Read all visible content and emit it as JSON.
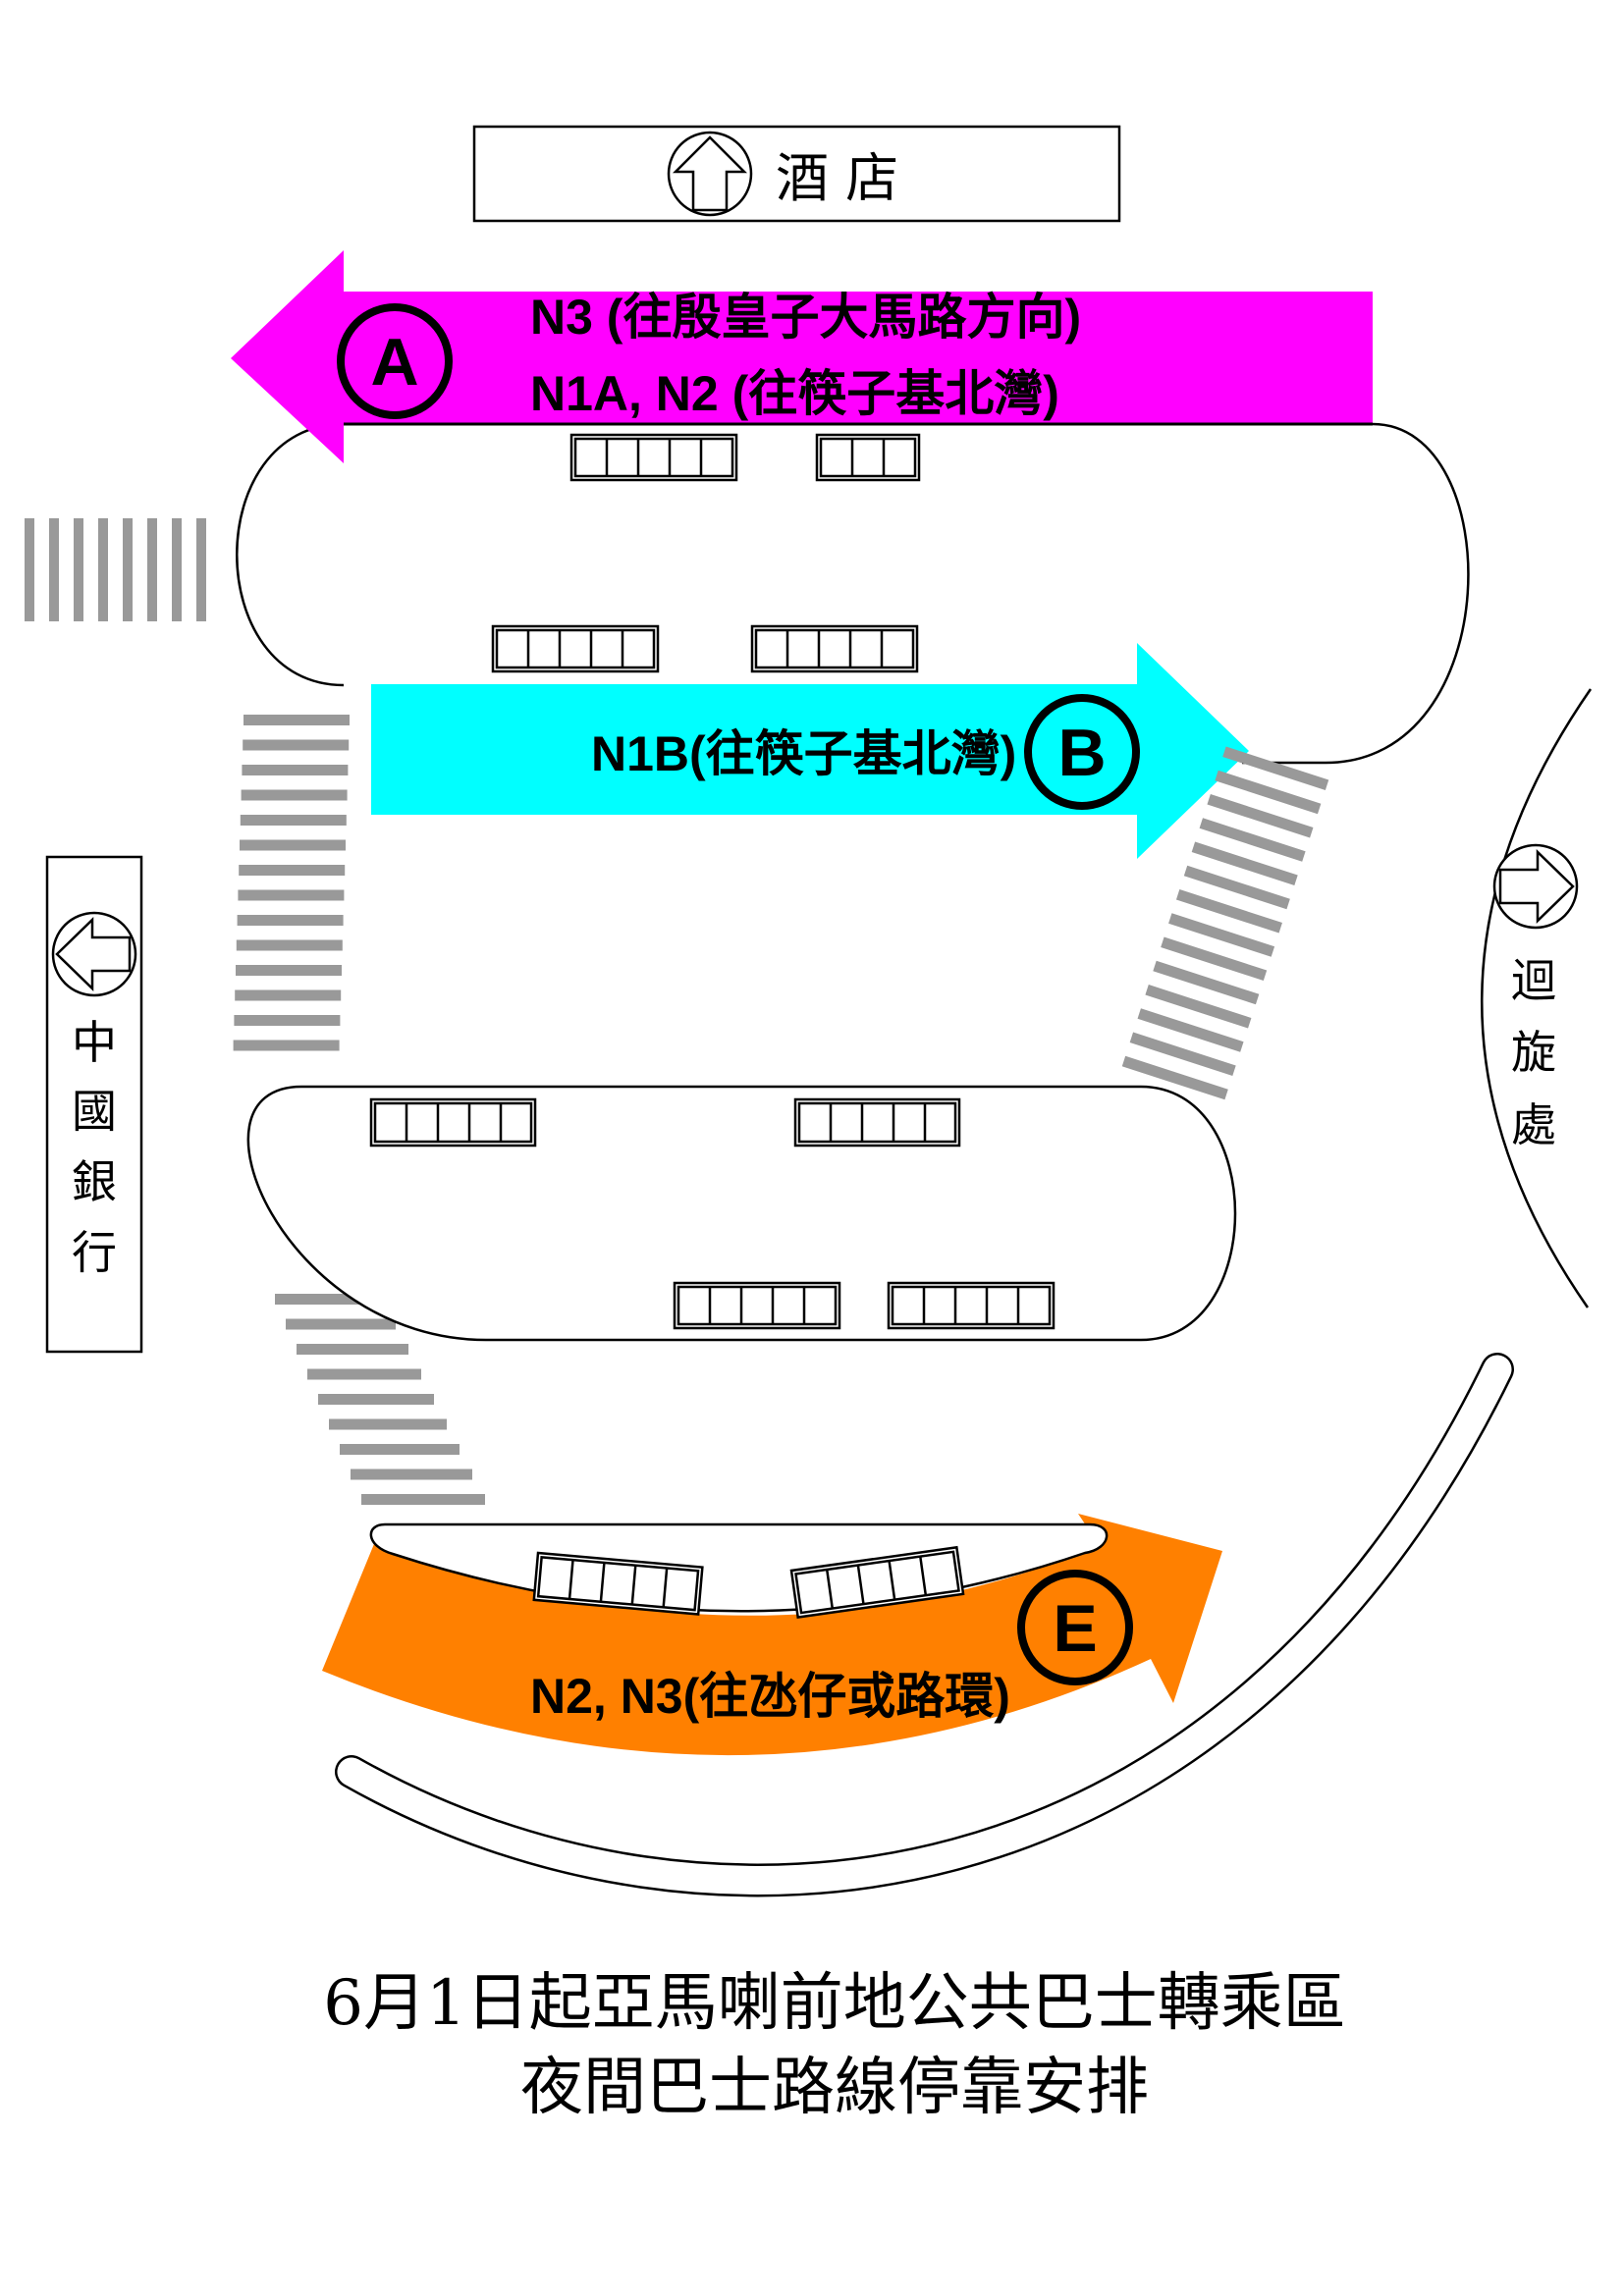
{
  "colors": {
    "zone_a": "#FF00FF",
    "zone_b": "#00FFFF",
    "zone_e": "#FF8000",
    "crosswalk": "#999999"
  },
  "landmarks": {
    "hotel": "酒 店",
    "bank": [
      "中",
      "國",
      "銀",
      "行"
    ],
    "roundabout": [
      "迴",
      "旋",
      "處"
    ]
  },
  "zones": {
    "a": {
      "letter": "A",
      "line1": "N3 (往殷皇子大馬路方向)",
      "line2": "N1A, N2 (往筷子基北灣)"
    },
    "b": {
      "letter": "B",
      "line1": "N1B(往筷子基北灣)"
    },
    "e": {
      "letter": "E",
      "line1": "N2, N3(往氹仔或路環)"
    }
  },
  "icons": {
    "hotel": "arrow-up-circle-icon",
    "bank": "arrow-left-circle-icon",
    "roundabout": "arrow-right-circle-icon"
  },
  "title": {
    "line1": "6月1日起亞馬喇前地公共巴士轉乘區",
    "line2": "夜間巴士路線停靠安排"
  }
}
